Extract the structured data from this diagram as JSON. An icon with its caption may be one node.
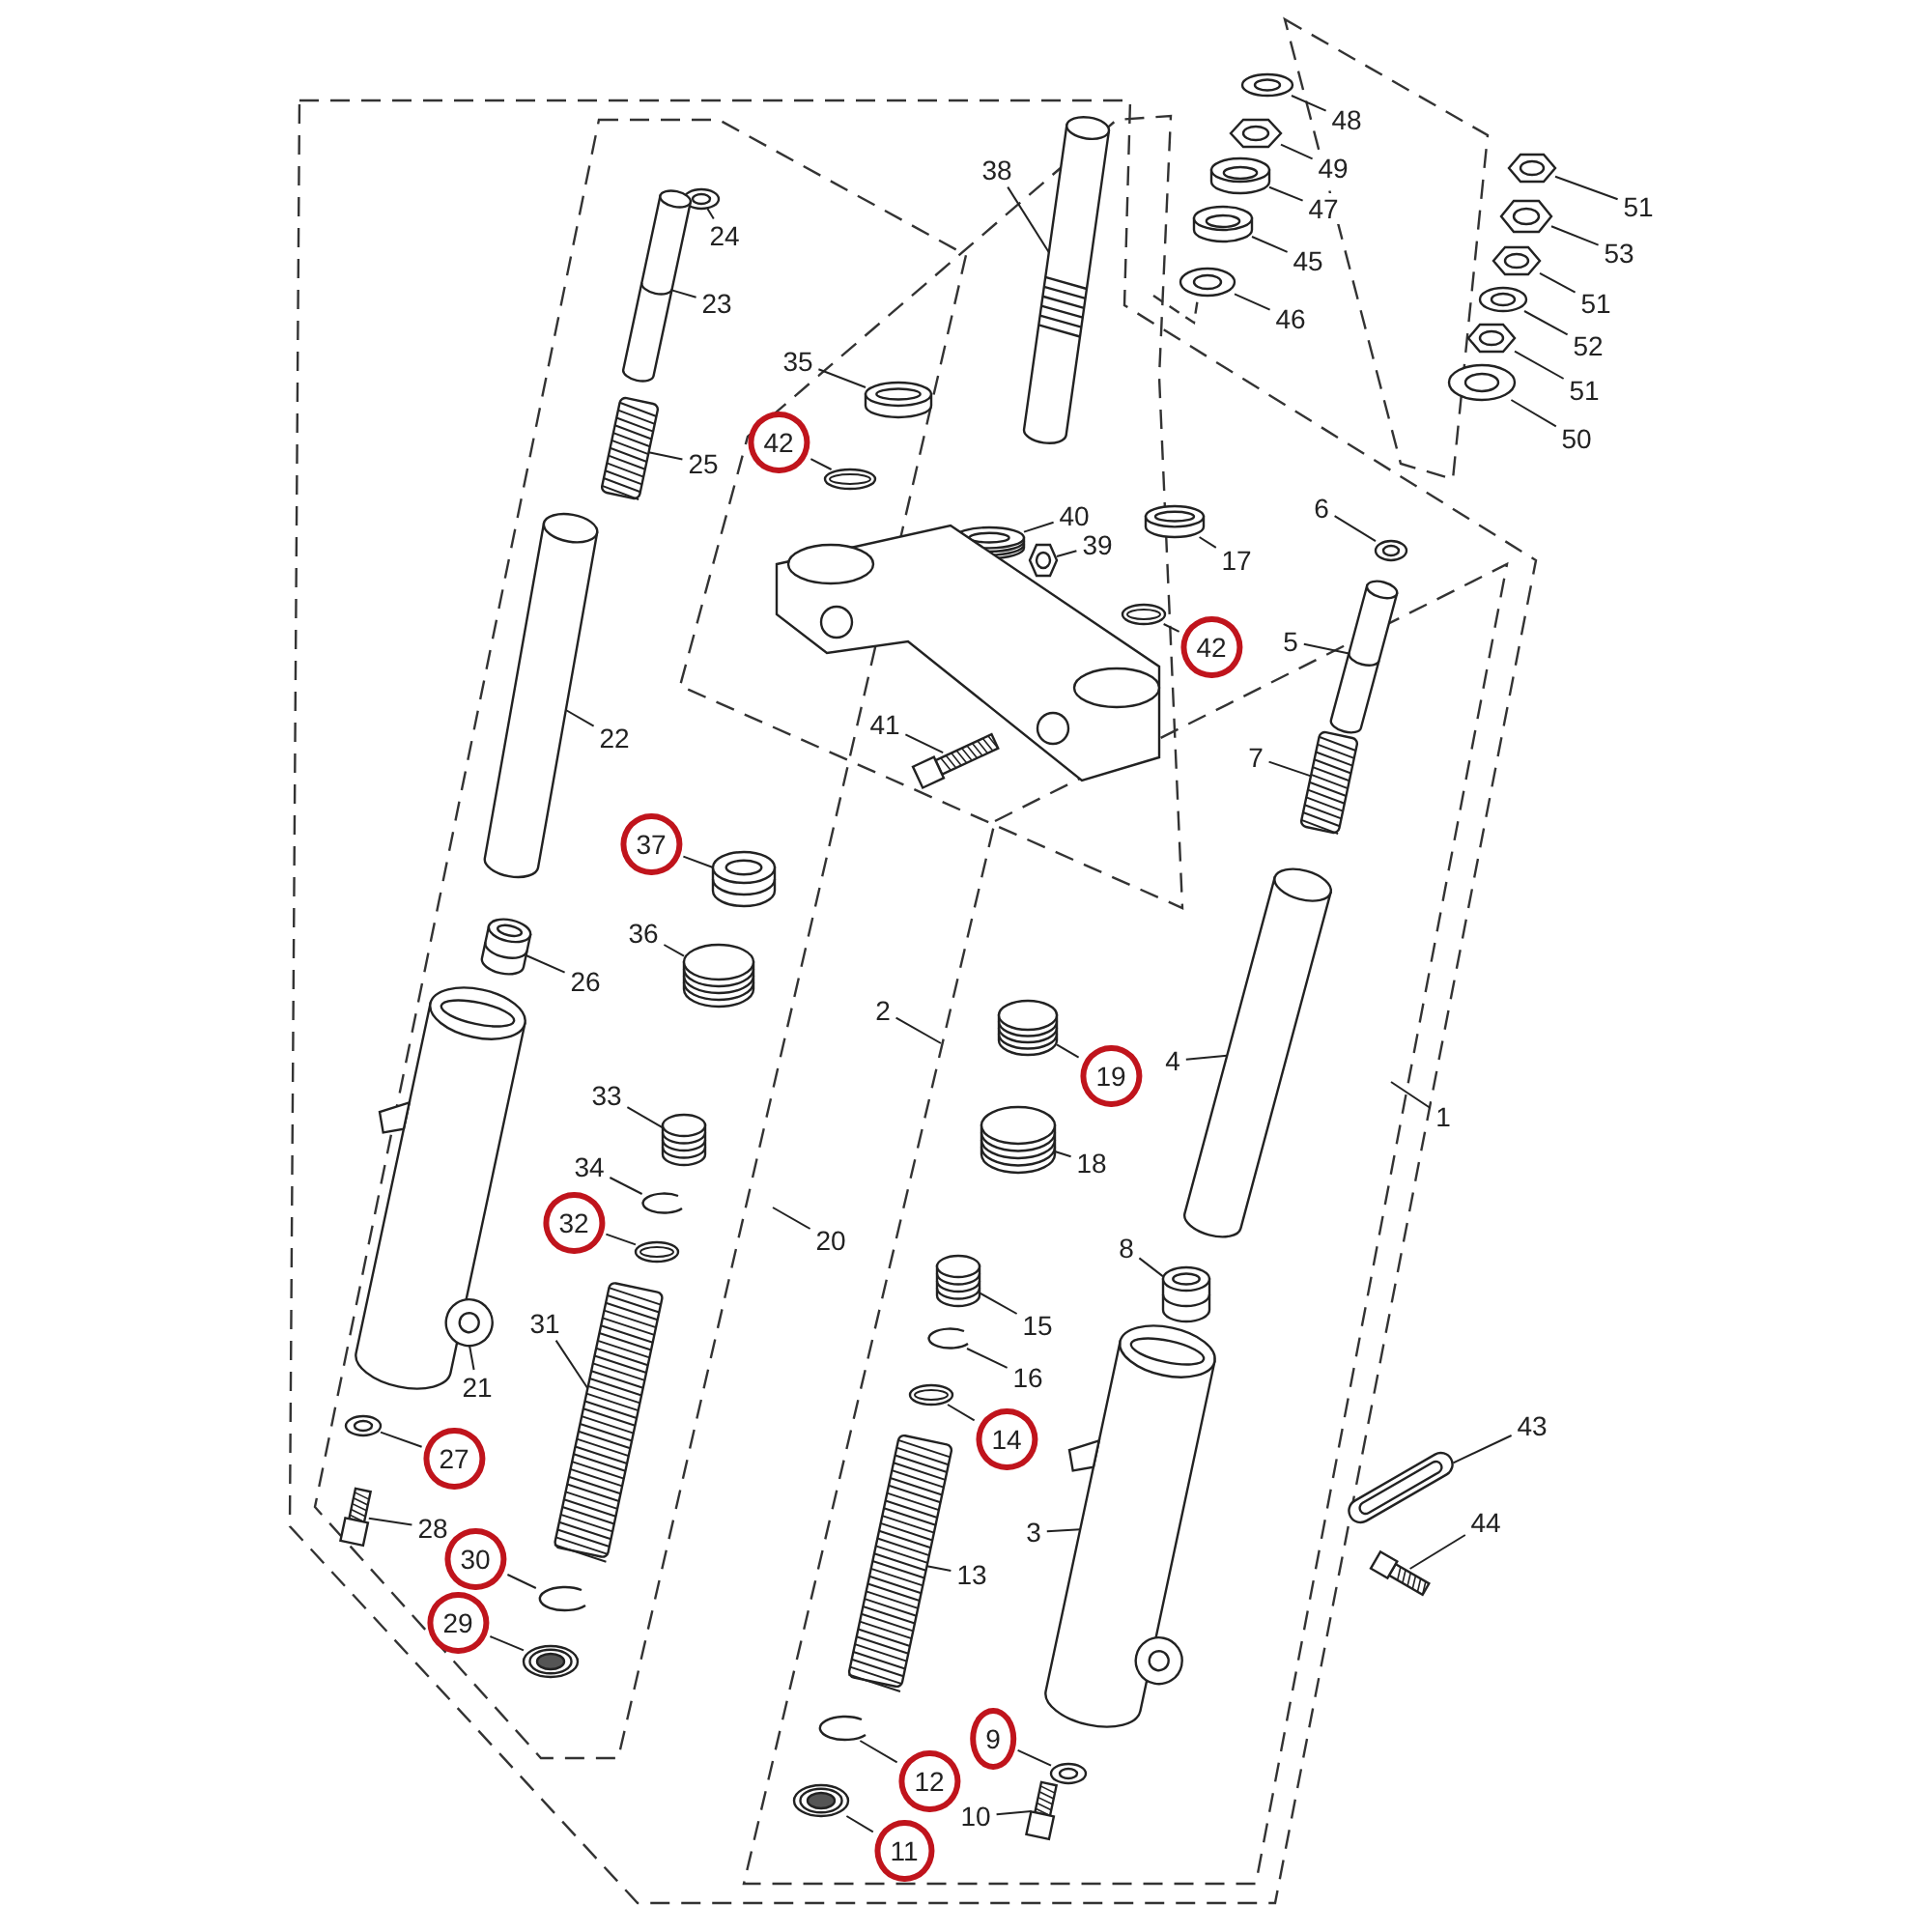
{
  "diagram": {
    "nodes": [
      {
        "text": [
          "48"
        ]
      },
      {
        "text": [],
        "shape": "picture"
      },
      {
        "text": [
          "49"
        ]
      },
      {
        "text": [],
        "shape": "picture"
      },
      {
        "text": [
          "47"
        ]
      },
      {
        "text": [],
        "shape": "picture"
      },
      {
        "text": [
          "45"
        ]
      },
      {
        "text": [],
        "shape": "picture"
      },
      {
        "text": [
          "46"
        ]
      },
      {
        "text": [],
        "shape": "picture"
      },
      {
        "text": [
          "51"
        ]
      },
      {
        "text": [],
        "shape": "picture"
      },
      {
        "text": [
          "53"
        ]
      },
      {
        "text": [],
        "shape": "picture"
      },
      {
        "text": [
          "51"
        ]
      },
      {
        "text": [],
        "shape": "picture"
      },
      {
        "text": [
          "52"
        ]
      },
      {
        "text": [],
        "shape": "picture"
      },
      {
        "text": [
          "51"
        ]
      },
      {
        "text": [],
        "shape": "picture"
      },
      {
        "text": [
          "50"
        ]
      },
      {
        "text": [],
        "shape": "picture"
      },
      {
        "text": [
          "38"
        ]
      },
      {
        "text": [],
        "shape": "picture"
      },
      {
        "text": [
          "24"
        ]
      },
      {
        "text": [],
        "shape": "picture"
      },
      {
        "text": [
          "23"
        ]
      },
      {
        "text": [],
        "shape": "picture"
      },
      {
        "text": [
          "35"
        ]
      },
      {
        "text": [],
        "shape": "picture"
      },
      {
        "text": [
          "42"
        ]
      },
      {
        "text": [],
        "shape": "picture"
      },
      {
        "text": [
          "25"
        ]
      },
      {
        "text": [],
        "shape": "picture"
      },
      {
        "text": [
          "40"
        ]
      },
      {
        "text": [],
        "shape": "picture"
      },
      {
        "text": [
          "39"
        ]
      },
      {
        "text": [],
        "shape": "picture"
      },
      {
        "text": [
          "17"
        ]
      },
      {
        "text": [],
        "shape": "picture"
      },
      {
        "text": [
          "6"
        ]
      },
      {
        "text": [],
        "shape": "picture"
      },
      {
        "text": [
          "42"
        ]
      },
      {
        "text": [],
        "shape": "picture"
      },
      {
        "text": [
          "5"
        ]
      },
      {
        "text": [],
        "shape": "picture"
      },
      {
        "text": [
          "41"
        ]
      },
      {
        "text": [],
        "shape": "picture"
      },
      {
        "text": [
          "7"
        ]
      },
      {
        "text": [],
        "shape": "picture"
      },
      {
        "text": [
          "22"
        ]
      },
      {
        "text": [],
        "shape": "picture"
      },
      {
        "text": [
          "37"
        ]
      },
      {
        "text": [],
        "shape": "picture"
      },
      {
        "text": [
          "36"
        ]
      },
      {
        "text": [],
        "shape": "picture"
      },
      {
        "text": [
          "26"
        ]
      },
      {
        "text": [],
        "shape": "picture"
      },
      {
        "text": [
          "2"
        ]
      },
      {
        "text": [
          "19"
        ]
      },
      {
        "text": [],
        "shape": "picture"
      },
      {
        "text": [
          "4"
        ]
      },
      {
        "text": [],
        "shape": "picture"
      },
      {
        "text": [
          "18"
        ]
      },
      {
        "text": [],
        "shape": "picture"
      },
      {
        "text": [
          "33"
        ]
      },
      {
        "text": [],
        "shape": "picture"
      },
      {
        "text": [
          "34"
        ]
      },
      {
        "text": [],
        "shape": "picture"
      },
      {
        "text": [
          "32"
        ]
      },
      {
        "text": [],
        "shape": "picture"
      },
      {
        "text": [
          "20"
        ]
      },
      {
        "text": [
          "1"
        ]
      },
      {
        "text": [
          "8"
        ]
      },
      {
        "text": [],
        "shape": "picture"
      },
      {
        "text": [
          "21"
        ]
      },
      {
        "text": [],
        "shape": "picture"
      },
      {
        "text": [
          "31"
        ]
      },
      {
        "text": [],
        "shape": "picture"
      },
      {
        "text": [
          "15"
        ]
      },
      {
        "text": [],
        "shape": "picture"
      },
      {
        "text": [
          "16"
        ]
      },
      {
        "text": [],
        "shape": "picture"
      },
      {
        "text": [
          "14"
        ]
      },
      {
        "text": [],
        "shape": "picture"
      },
      {
        "text": [
          "43"
        ]
      },
      {
        "text": [],
        "shape": "picture"
      },
      {
        "text": [
          "27"
        ]
      },
      {
        "text": [],
        "shape": "picture"
      },
      {
        "text": [
          "13"
        ]
      },
      {
        "text": [],
        "shape": "picture"
      },
      {
        "text": [
          "3"
        ]
      },
      {
        "text": [],
        "shape": "picture"
      },
      {
        "text": [
          "44"
        ]
      },
      {
        "text": [],
        "shape": "picture"
      },
      {
        "text": [
          "28"
        ]
      },
      {
        "text": [],
        "shape": "picture"
      },
      {
        "text": [
          "30"
        ]
      },
      {
        "text": [],
        "shape": "picture"
      },
      {
        "text": [
          "29"
        ]
      },
      {
        "text": [],
        "shape": "picture"
      },
      {
        "text": [
          "9"
        ]
      },
      {
        "text": [],
        "shape": "picture"
      },
      {
        "text": [
          "12"
        ]
      },
      {
        "text": [],
        "shape": "picture"
      },
      {
        "text": [
          "10"
        ]
      },
      {
        "text": [],
        "shape": "picture"
      },
      {
        "text": [
          "11"
        ]
      },
      {
        "text": [],
        "shape": "picture"
      },
      {
        "text": [],
        "shape": "picture"
      }
    ],
    "edges": [
      {
        "from": 0,
        "to": 1,
        "arrow": "none"
      },
      {
        "from": 2,
        "to": 3,
        "arrow": "none"
      },
      {
        "from": 4,
        "to": 5,
        "arrow": "none"
      },
      {
        "from": 6,
        "to": 7,
        "arrow": "none"
      },
      {
        "from": 8,
        "to": 9,
        "arrow": "none"
      },
      {
        "from": 10,
        "to": 11,
        "arrow": "none"
      },
      {
        "from": 12,
        "to": 13,
        "arrow": "none"
      },
      {
        "from": 14,
        "to": 15,
        "arrow": "none"
      },
      {
        "from": 16,
        "to": 17,
        "arrow": "none"
      },
      {
        "from": 18,
        "to": 19,
        "arrow": "none"
      },
      {
        "from": 20,
        "to": 21,
        "arrow": "none"
      },
      {
        "from": 22,
        "to": 23,
        "arrow": "none"
      },
      {
        "from": 24,
        "to": 25,
        "arrow": "none"
      },
      {
        "from": 26,
        "to": 27,
        "arrow": "none"
      },
      {
        "from": 28,
        "to": 29,
        "arrow": "none"
      },
      {
        "from": 30,
        "to": 31,
        "arrow": "none"
      },
      {
        "from": 32,
        "to": 33,
        "arrow": "none"
      },
      {
        "from": 34,
        "to": 35,
        "arrow": "none"
      },
      {
        "from": 36,
        "to": 37,
        "arrow": "none"
      },
      {
        "from": 38,
        "to": 39,
        "arrow": "none"
      },
      {
        "from": 40,
        "to": 41,
        "arrow": "none"
      },
      {
        "from": 42,
        "to": 43,
        "arrow": "none"
      },
      {
        "from": 44,
        "to": 45,
        "arrow": "none"
      },
      {
        "from": 46,
        "to": 47,
        "arrow": "none"
      },
      {
        "from": 48,
        "to": 49,
        "arrow": "none"
      },
      {
        "from": 50,
        "to": 51,
        "arrow": "none"
      },
      {
        "from": 52,
        "to": 53,
        "arrow": "none"
      },
      {
        "from": 54,
        "to": 55,
        "arrow": "none"
      },
      {
        "from": 56,
        "to": 57,
        "arrow": "none"
      },
      {
        "from": 58,
        "to": null,
        "arrow": "none"
      },
      {
        "from": 59,
        "to": 60,
        "arrow": "none"
      },
      {
        "from": 61,
        "to": 62,
        "arrow": "none"
      },
      {
        "from": 63,
        "to": 64,
        "arrow": "none"
      },
      {
        "from": 65,
        "to": 66,
        "arrow": "none"
      },
      {
        "from": 67,
        "to": 68,
        "arrow": "none"
      },
      {
        "from": 69,
        "to": 70,
        "arrow": "none"
      },
      {
        "from": 71,
        "to": null,
        "arrow": "none"
      },
      {
        "from": 72,
        "to": null,
        "arrow": "none"
      },
      {
        "from": 73,
        "to": 74,
        "arrow": "none"
      },
      {
        "from": 75,
        "to": 76,
        "arrow": "none"
      },
      {
        "from": 77,
        "to": 78,
        "arrow": "none"
      },
      {
        "from": 79,
        "to": 80,
        "arrow": "none"
      },
      {
        "from": 81,
        "to": 82,
        "arrow": "none"
      },
      {
        "from": 83,
        "to": 84,
        "arrow": "none"
      },
      {
        "from": 85,
        "to": 86,
        "arrow": "none"
      },
      {
        "from": 87,
        "to": 88,
        "arrow": "none"
      },
      {
        "from": 89,
        "to": 90,
        "arrow": "none"
      },
      {
        "from": 91,
        "to": 92,
        "arrow": "none"
      },
      {
        "from": 93,
        "to": 94,
        "arrow": "none"
      },
      {
        "from": 95,
        "to": 96,
        "arrow": "none"
      },
      {
        "from": 97,
        "to": 98,
        "arrow": "none"
      },
      {
        "from": 99,
        "to": 100,
        "arrow": "none"
      },
      {
        "from": 101,
        "to": 102,
        "arrow": "none"
      },
      {
        "from": 103,
        "to": 104,
        "arrow": "none"
      },
      {
        "from": 105,
        "to": 106,
        "arrow": "none"
      },
      {
        "from": 107,
        "to": 108,
        "arrow": "none"
      }
    ]
  }
}
